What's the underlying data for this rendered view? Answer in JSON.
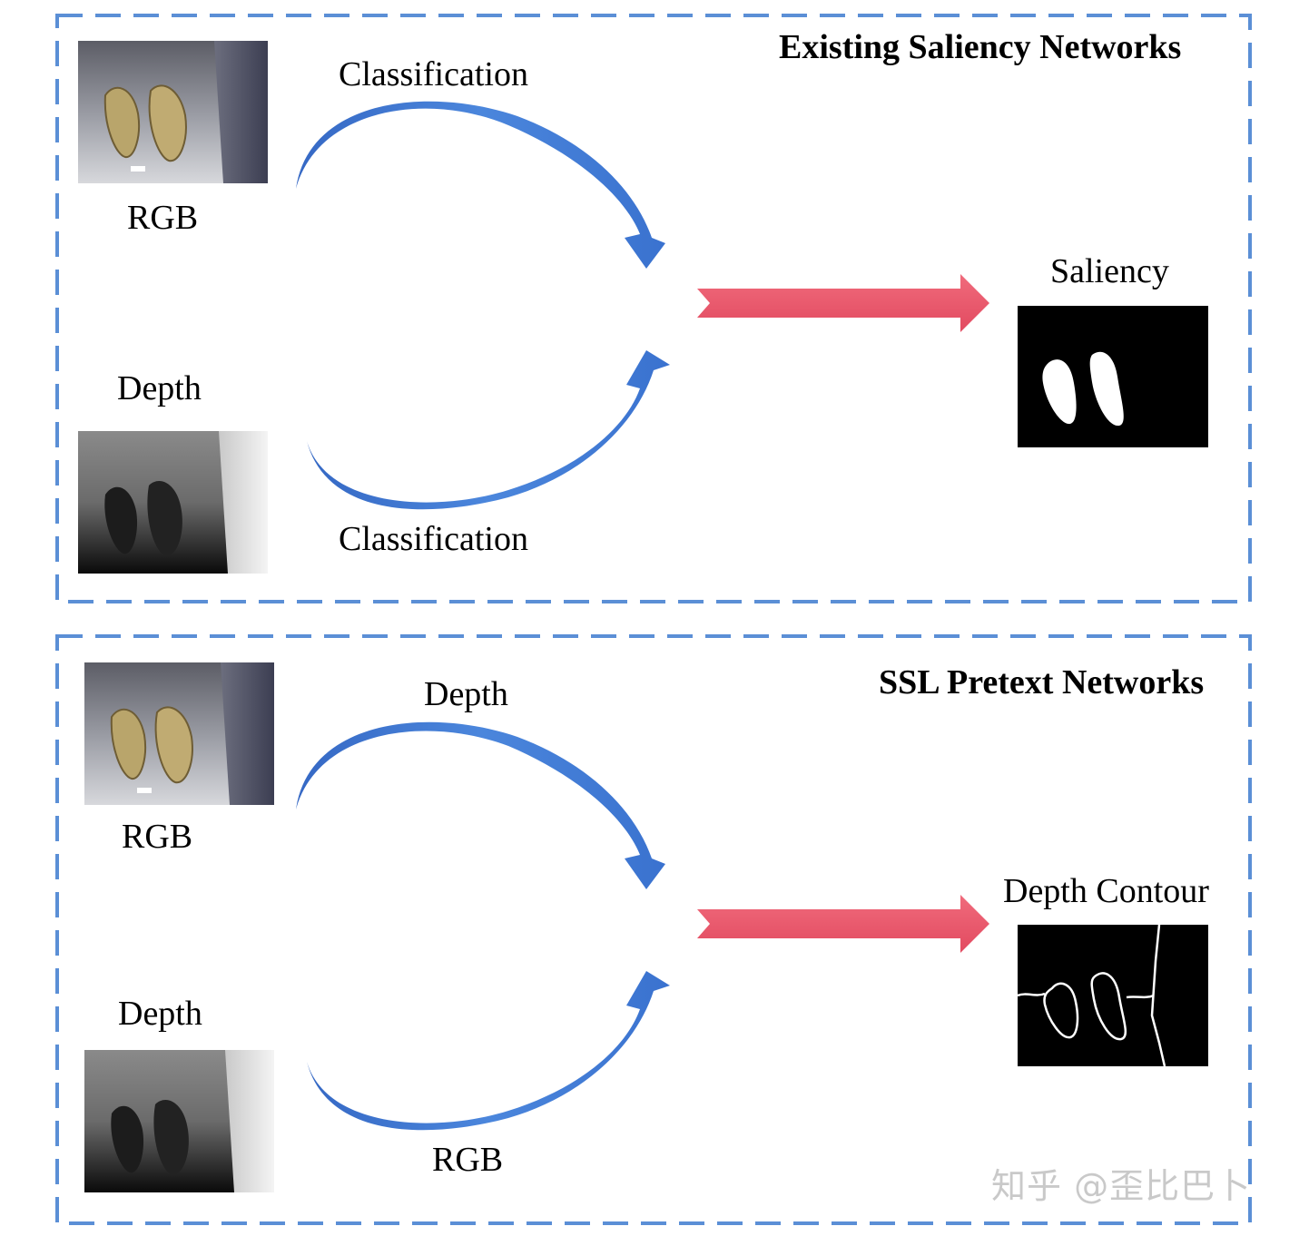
{
  "panel_top": {
    "title": "Existing Saliency Networks",
    "input_top_label": "RGB",
    "input_bottom_label": "Depth",
    "arrow_top_label": "Classification",
    "arrow_bottom_label": "Classification",
    "output_label": "Saliency"
  },
  "panel_bottom": {
    "title": "SSL Pretext Networks",
    "input_top_label": "RGB",
    "input_bottom_label": "Depth",
    "arrow_top_label": "Depth",
    "arrow_bottom_label": "RGB",
    "output_label": "Depth Contour"
  },
  "watermark": "知乎 @歪比巴卜",
  "colors": {
    "border": "#5b8fd6",
    "curved_arrow": "#3f7ad0",
    "straight_arrow": "#e8566b"
  },
  "icons": {
    "rgb_image": "photo of two animal skulls in a display case",
    "depth_image": "grayscale depth map",
    "saliency_mask": "binary white mask on black",
    "contour_map": "white edge contours on black"
  }
}
